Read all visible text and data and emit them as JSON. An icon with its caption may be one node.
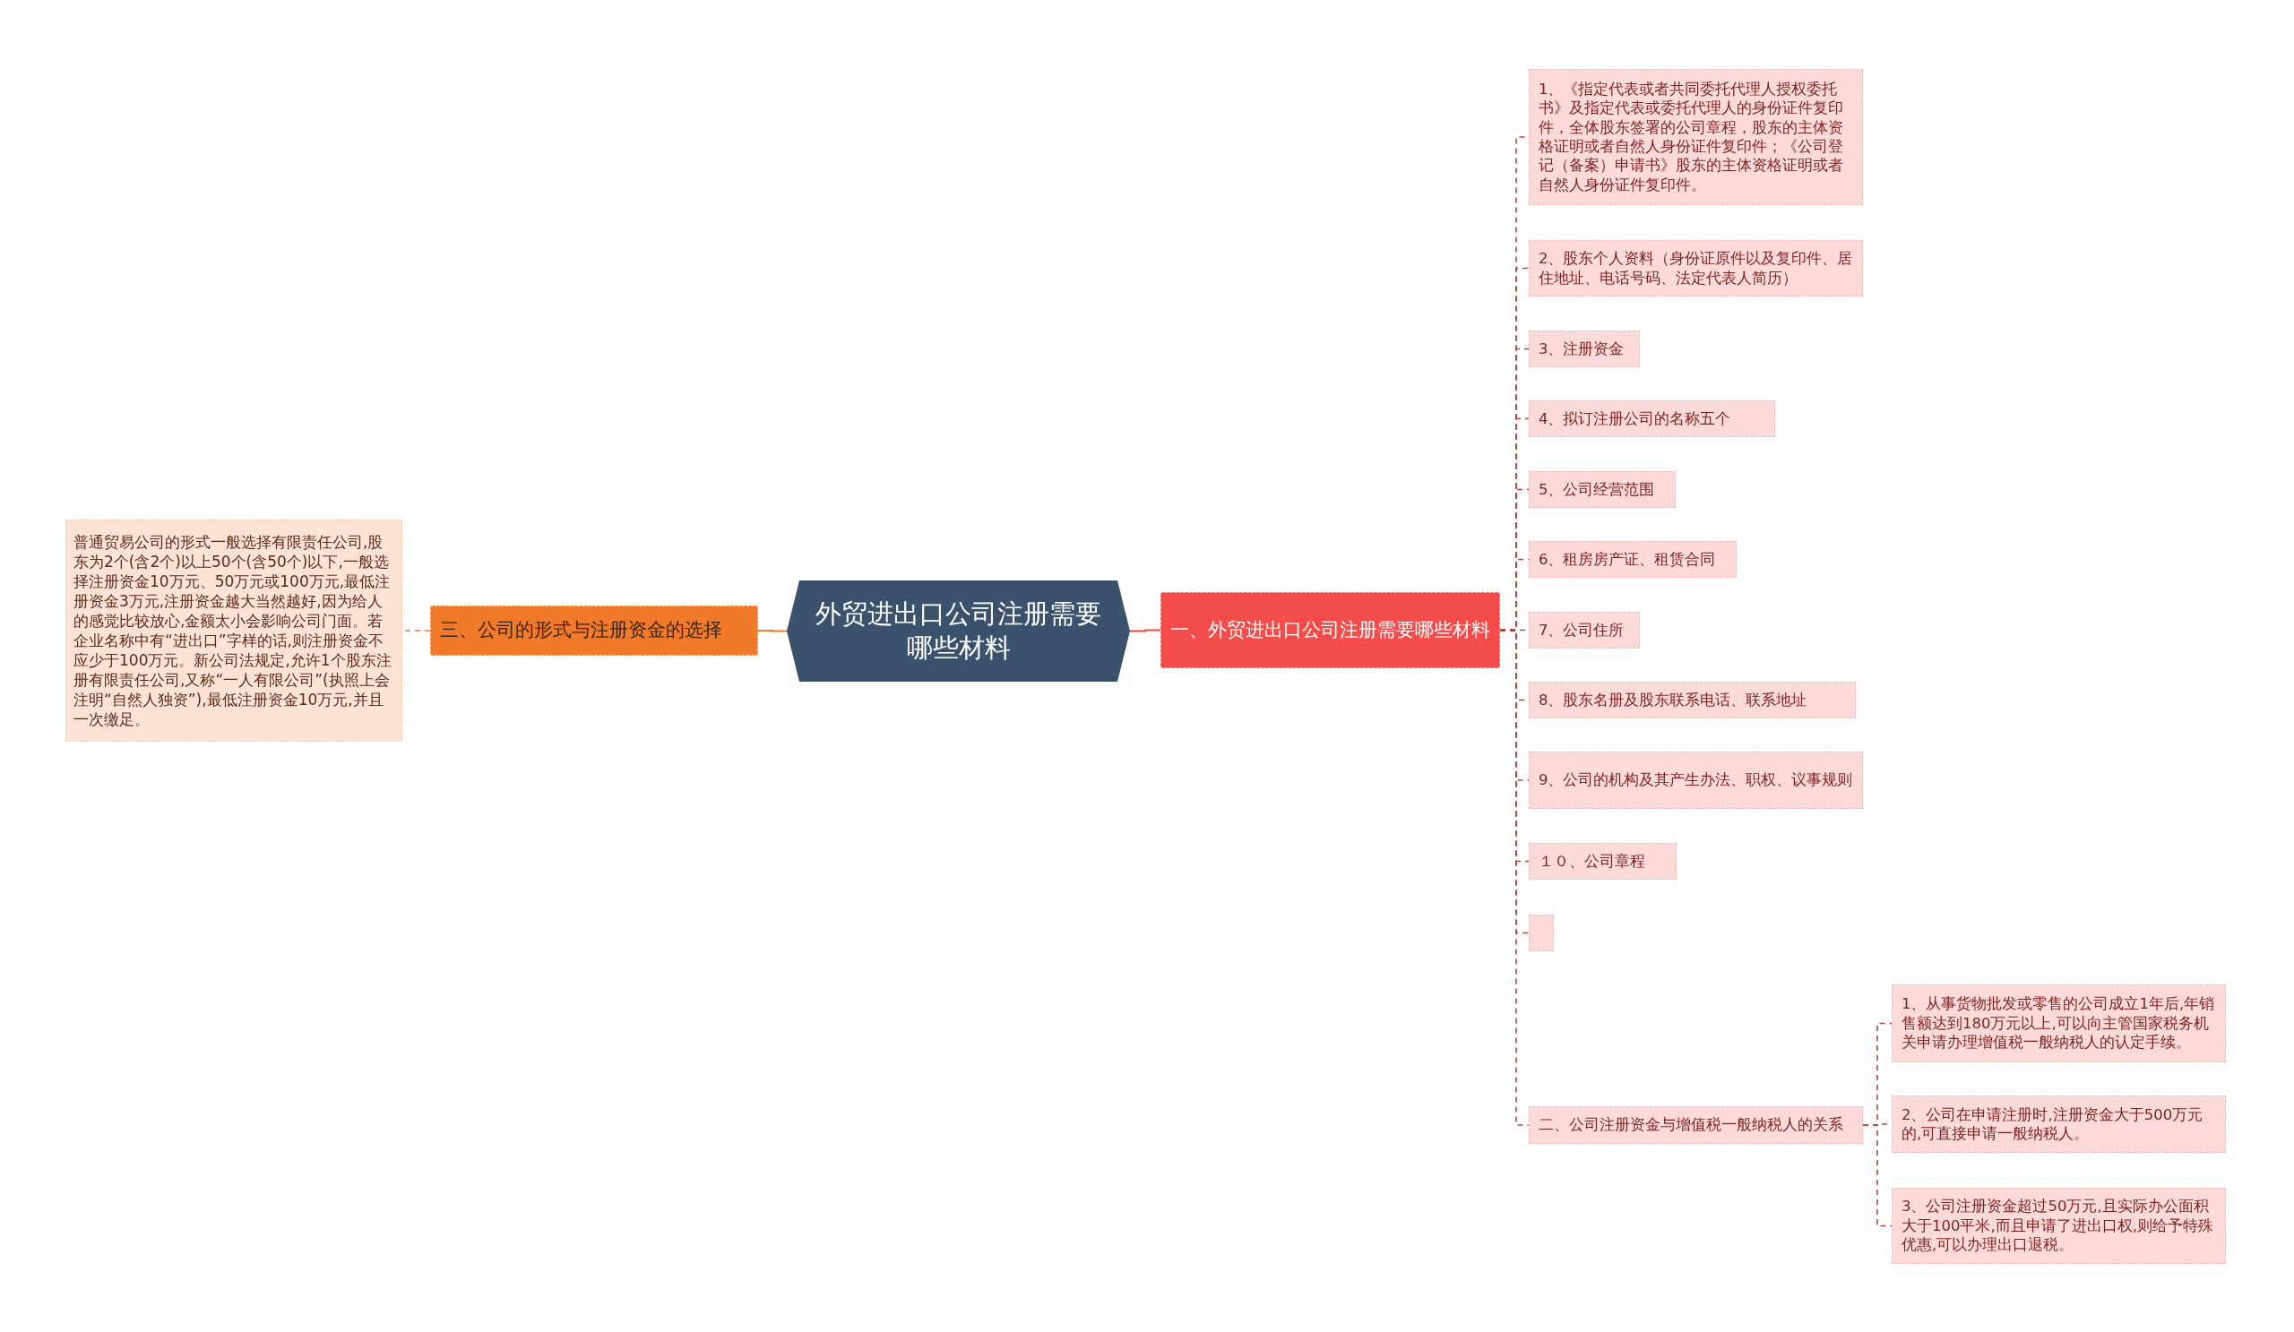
{
  "diagram": {
    "nodes": [
      {
        "text": [
          "外贸进出口公司注册需要哪些材料"
        ]
      },
      {
        "text": [
          "一、外贸进出口公司注册需要哪些材料"
        ]
      },
      {
        "text": [
          "1、《指定代表或者共同委托代理人授权委托书》及指定代表或委托代理人的身份证件复印件，全体股东签署的公司章程，股东的主体资格证明或者自然人身份证件复印件；《公司登记（备案）申请书》股东的主体资格证明或者自然人身份证件复印件。"
        ]
      },
      {
        "text": [
          "2、股东个人资料（身份证原件以及复印件、居住地址、电话号码、法定代表人简历）"
        ]
      },
      {
        "text": [
          "3、注册资金"
        ]
      },
      {
        "text": [
          "4、拟订注册公司的名称五个"
        ]
      },
      {
        "text": [
          "5、公司经营范围"
        ]
      },
      {
        "text": [
          "6、租房房产证、租赁合同"
        ]
      },
      {
        "text": [
          "7、公司住所"
        ]
      },
      {
        "text": [
          "8、股东名册及股东联系电话、联系地址"
        ]
      },
      {
        "text": [
          "9、公司的机构及其产生办法、职权、议事规则"
        ]
      },
      {
        "text": [
          "１０、公司章程"
        ]
      },
      {
        "text": [],
        "shape": "box"
      },
      {
        "text": [
          "二、公司注册资金与增值税一般纳税人的关系"
        ]
      },
      {
        "text": [
          "1、从事货物批发或零售的公司成立1年后,年销售额达到180万元以上,可以向主管国家税务机关申请办理增值税一般纳税人的认定手续。"
        ]
      },
      {
        "text": [
          "2、公司在申请注册时,注册资金大于500万元的,可直接申请一般纳税人。"
        ]
      },
      {
        "text": [
          "3、公司注册资金超过50万元,且实际办公面积大于100平米,而且申请了进出口权,则给予特殊优惠,可以办理出口退税。"
        ]
      },
      {
        "text": [
          "三、公司的形式与注册资金的选择"
        ]
      },
      {
        "text": [
          "普通贸易公司的形式一般选择有限责任公司,股东为2个(含2个)以上50个(含50个)以下,一般选择注册资金10万元、50万元或100万元,最低注册资金3万元,注册资金越大当然越好,因为给人的感觉比较放心,金额太小会影响公司门面。若企业名称中有“进出口”字样的话,则注册资金不应少于100万元。新公司法规定,允许1个股东注册有限责任公司,又称“一人有限公司”(执照上会注明“自然人独资”),最低注册资金10万元,并且一次缴足。"
        ]
      }
    ],
    "edges": [
      {
        "from": 0,
        "to": 1,
        "arrow": "none",
        "color": "#e84a4a"
      },
      {
        "from": 1,
        "to": 2,
        "arrow": "none",
        "style": "dashed"
      },
      {
        "from": 1,
        "to": 3,
        "arrow": "none",
        "style": "dashed"
      },
      {
        "from": 1,
        "to": 4,
        "arrow": "none",
        "style": "dashed"
      },
      {
        "from": 1,
        "to": 5,
        "arrow": "none",
        "style": "dashed"
      },
      {
        "from": 1,
        "to": 6,
        "arrow": "none",
        "style": "dashed"
      },
      {
        "from": 1,
        "to": 7,
        "arrow": "none",
        "style": "dashed"
      },
      {
        "from": 1,
        "to": 8,
        "arrow": "none",
        "style": "dashed"
      },
      {
        "from": 1,
        "to": 9,
        "arrow": "none",
        "style": "dashed"
      },
      {
        "from": 1,
        "to": 10,
        "arrow": "none",
        "style": "dashed"
      },
      {
        "from": 1,
        "to": 11,
        "arrow": "none",
        "style": "dashed"
      },
      {
        "from": 1,
        "to": 12,
        "arrow": "none",
        "style": "dashed"
      },
      {
        "from": 1,
        "to": 13,
        "arrow": "none",
        "style": "dashed"
      },
      {
        "from": 13,
        "to": 14,
        "arrow": "none",
        "style": "dashed"
      },
      {
        "from": 13,
        "to": 15,
        "arrow": "none",
        "style": "dashed"
      },
      {
        "from": 13,
        "to": 16,
        "arrow": "none",
        "style": "dashed"
      },
      {
        "from": 0,
        "to": 17,
        "arrow": "none",
        "color": "#f07a2a"
      },
      {
        "from": 17,
        "to": 18,
        "arrow": "none",
        "style": "dashed",
        "color": "#d9825a"
      }
    ]
  }
}
